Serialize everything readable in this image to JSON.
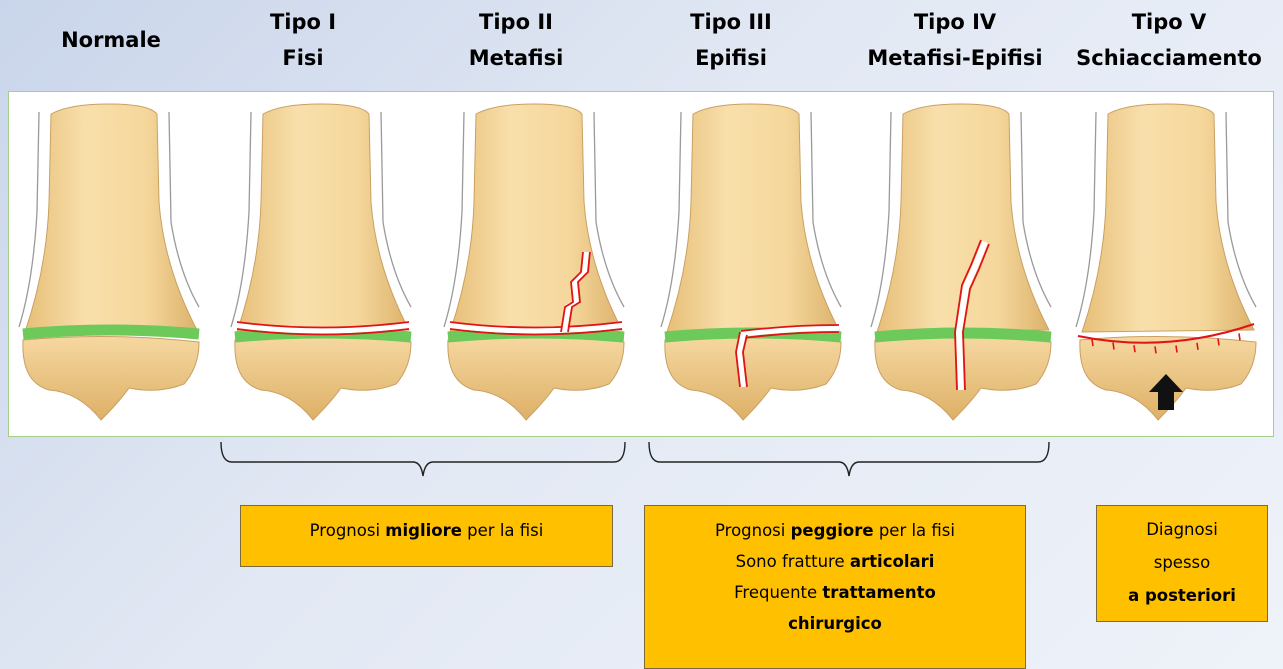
{
  "headings": {
    "normale": {
      "line1": "Normale"
    },
    "tipo1": {
      "line1": "Tipo I",
      "line2": "Fisi"
    },
    "tipo2": {
      "line1": "Tipo II",
      "line2": "Metafisi"
    },
    "tipo3": {
      "line1": "Tipo III",
      "line2": "Epifisi"
    },
    "tipo4": {
      "line1": "Tipo IV",
      "line2": "Metafisi-Epifisi"
    },
    "tipo5": {
      "line1": "Tipo V",
      "line2": "Schiacciamento"
    }
  },
  "notes": {
    "left": {
      "text1": "Prognosi ",
      "bold1": "migliore",
      "text2": " per la fisi"
    },
    "middle": {
      "l1_text": "Prognosi ",
      "l1_bold": "peggiore",
      "l1_rest": " per la fisi",
      "l2_text": "Sono fratture ",
      "l2_bold": "articolari",
      "l3_text": "Frequente ",
      "l3_bold": "trattamento",
      "l4_bold": "chirurgico"
    },
    "right": {
      "line1": "Diagnosi",
      "line2": "spesso",
      "line3_bold": "a posteriori"
    }
  },
  "colors": {
    "bone": "#f5d9a0",
    "bone_shadow": "#d9b26a",
    "physis": "#6cc95a",
    "fracture": "#e01414",
    "note_fill": "#ffc000"
  }
}
